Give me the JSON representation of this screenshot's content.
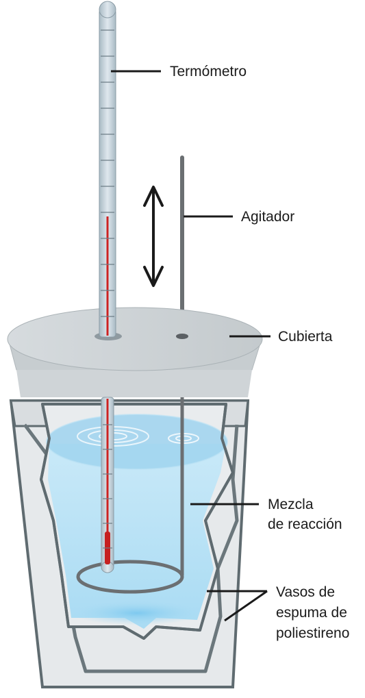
{
  "labels": {
    "thermometer": "Termómetro",
    "stirrer": "Agitador",
    "cover": "Cubierta",
    "mixture_line1": "Mezcla",
    "mixture_line2": "de reacción",
    "cups_line1": "Vasos de",
    "cups_line2": "espuma de",
    "cups_line3": "poliestireno"
  },
  "colors": {
    "outline": "#5f6b70",
    "cup_fill": "#e4e7e9",
    "water": "#bfe4f6",
    "water_surface": "#9fd3ef",
    "lid": "#c7cdd0",
    "thermometer": "#c3d0d8",
    "mercury": "#cc2222",
    "stirrer": "#6b6f72"
  }
}
